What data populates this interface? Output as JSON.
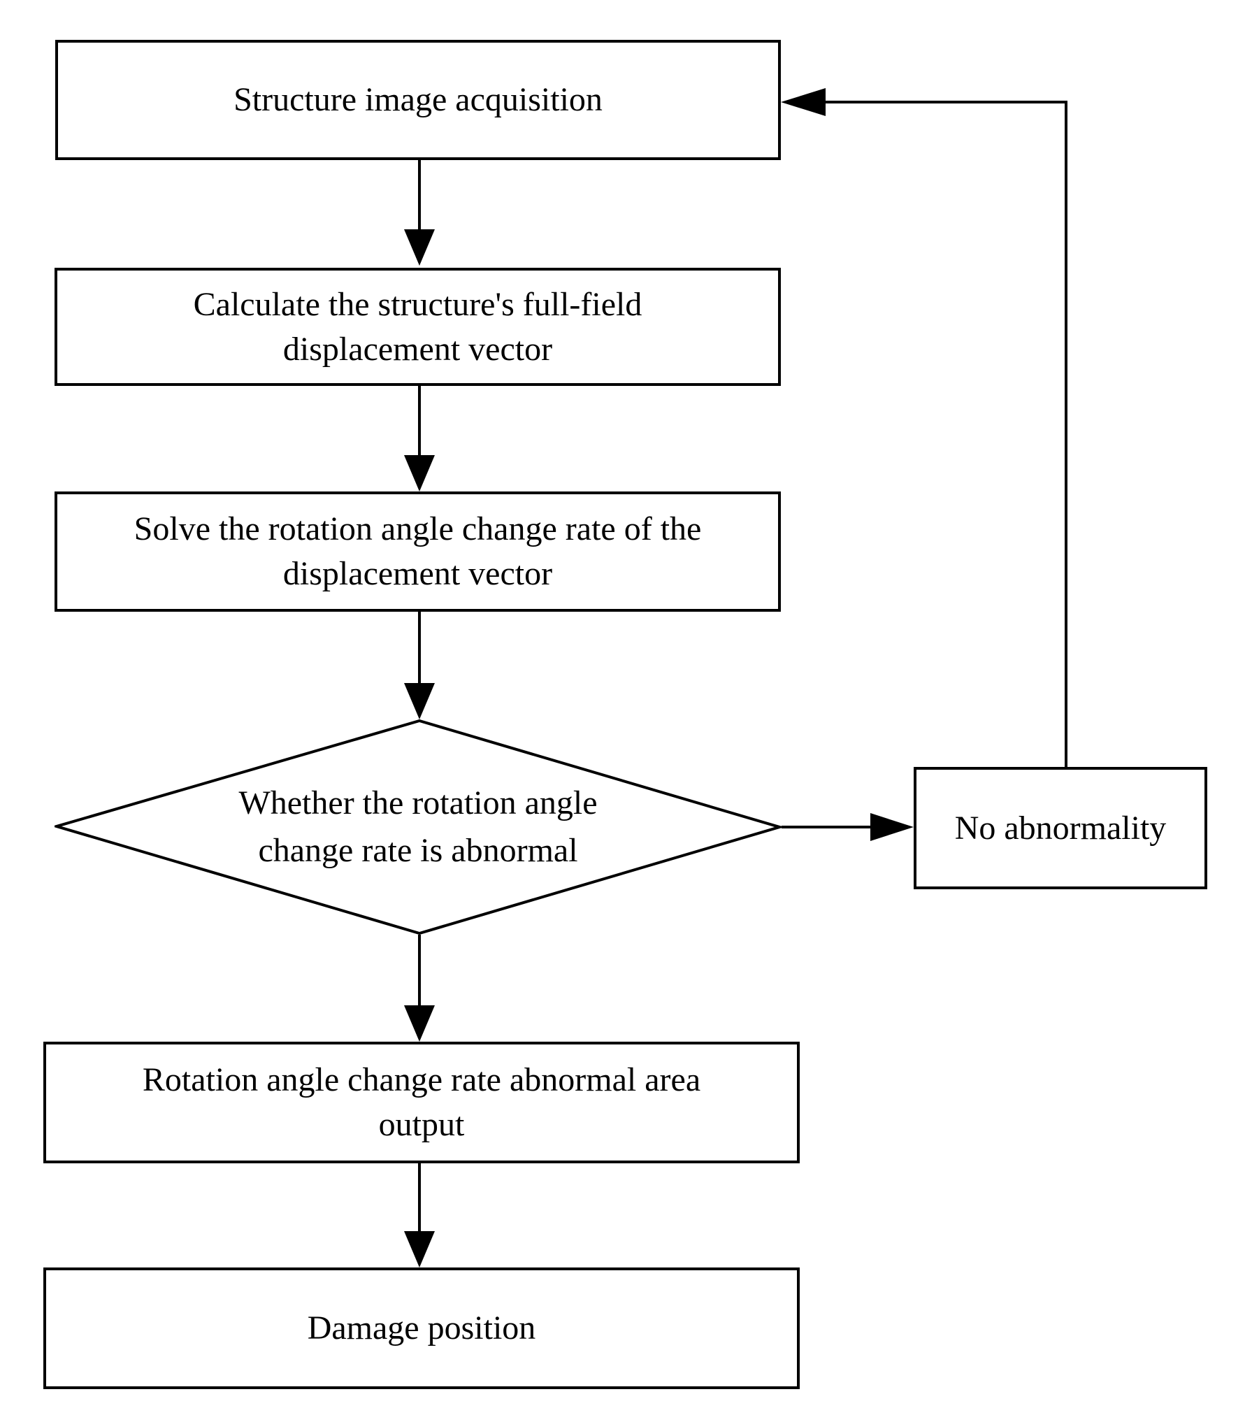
{
  "figure": {
    "type": "flowchart",
    "colors": {
      "line": "#000000",
      "box_background": "#ffffff",
      "page_background": "#ffffff",
      "text": "#000000"
    },
    "nodes": {
      "acquisition": {
        "shape": "rectangle",
        "label": "Structure image acquisition"
      },
      "calc": {
        "shape": "rectangle",
        "lines": [
          "Calculate the structure's full-field",
          "displacement vector"
        ]
      },
      "solve": {
        "shape": "rectangle",
        "lines": [
          "Solve the rotation angle change rate of the",
          "displacement vector"
        ]
      },
      "decision": {
        "shape": "diamond",
        "lines": [
          "Whether the  rotation angle",
          "change rate is abnormal"
        ]
      },
      "output": {
        "shape": "rectangle",
        "lines": [
          "Rotation angle change rate abnormal area",
          "output"
        ]
      },
      "damage": {
        "shape": "rectangle",
        "label": "Damage position"
      },
      "no_abnormality": {
        "shape": "rectangle",
        "label": "No abnormality"
      }
    },
    "edges": [
      {
        "from": "acquisition",
        "to": "calc",
        "style": "arrow-down"
      },
      {
        "from": "calc",
        "to": "solve",
        "style": "arrow-down"
      },
      {
        "from": "solve",
        "to": "decision",
        "style": "arrow-down"
      },
      {
        "from": "decision",
        "to": "output",
        "style": "arrow-down"
      },
      {
        "from": "output",
        "to": "damage",
        "style": "arrow-down"
      },
      {
        "from": "decision",
        "to": "no_abnormality",
        "style": "arrow-right"
      },
      {
        "from": "no_abnormality",
        "to": "acquisition",
        "style": "feedback-up-left"
      }
    ]
  }
}
